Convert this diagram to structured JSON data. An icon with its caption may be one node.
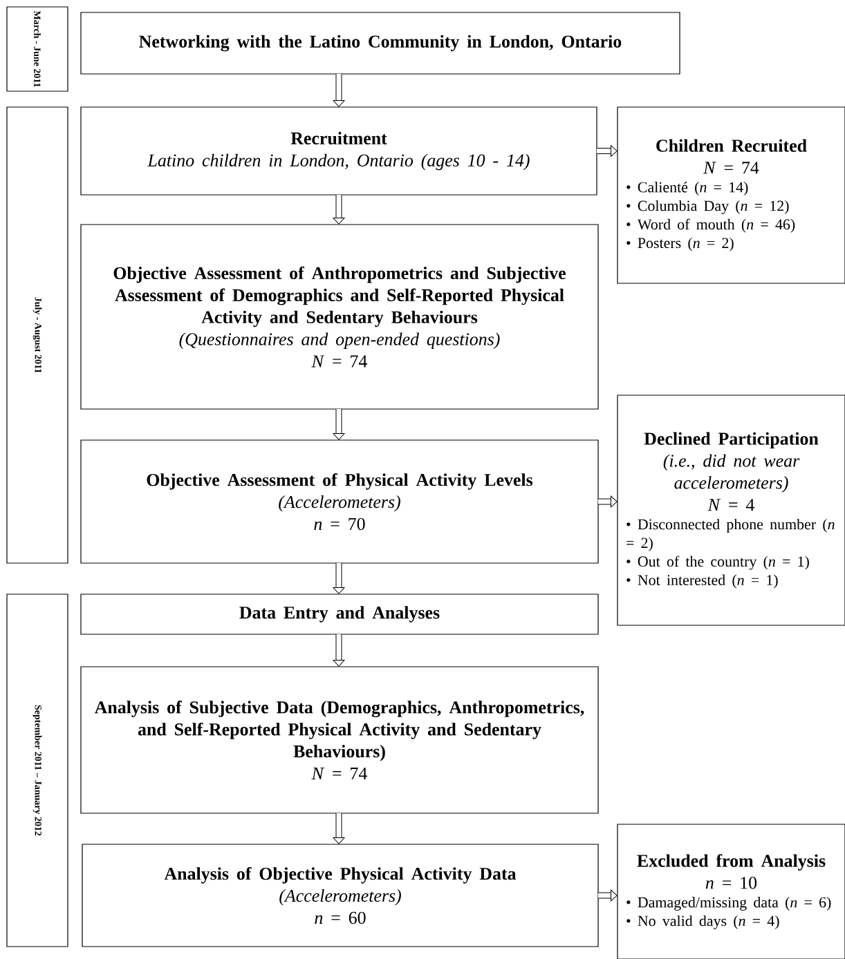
{
  "diagram": {
    "nodes": [
      {
        "text": [
          "March - June 2011"
        ]
      },
      {
        "text": [
          "Networking with the Latino Community in London, Ontario"
        ]
      },
      {
        "text": [
          "July - August 2011"
        ]
      },
      {
        "text": [
          "Recruitment",
          "Latino children in London, Ontario (ages 10 - 14)"
        ]
      },
      {
        "text": [
          "Children Recruited",
          "*N* = 74",
          "• Calienté (*n* = 14)",
          "• Columbia Day (*n* = 12)",
          "• Word of mouth (*n* = 46)",
          "• Posters (*n* = 2)"
        ]
      },
      {
        "text": [
          "Objective Assessment of Anthropometrics and Subjective Assessment of Demographics and Self-Reported Physical Activity and Sedentary Behaviours",
          "(Questionnaires and open-ended questions)",
          "*N* = 74"
        ]
      },
      {
        "text": [
          "Objective Assessment of Physical Activity Levels",
          "(Accelerometers)",
          "*n* = 70"
        ]
      },
      {
        "text": [
          "Declined Participation",
          "(i.e., did not wear accelerometers)",
          "*N* = 4",
          "• Disconnected phone number (*n* = 2)",
          "• Out of the country (*n* = 1)",
          "• Not interested (*n* = 1)"
        ]
      },
      {
        "text": [
          "September 2011 – January 2012"
        ]
      },
      {
        "text": [
          "Data Entry and Analyses"
        ]
      },
      {
        "text": [
          "Analysis of Subjective Data (Demographics, Anthropometrics, and Self-Reported Physical Activity and Sedentary Behaviours)",
          "*N* = 74"
        ]
      },
      {
        "text": [
          "Analysis of Objective Physical Activity Data",
          "(Accelerometers)",
          "*n* = 60"
        ]
      },
      {
        "text": [
          "Excluded from Analysis",
          "*n* = 10",
          "• Damaged/missing data (*n* = 6)",
          "• No valid days (*n* = 4)"
        ]
      }
    ],
    "edges": [
      {
        "from": 1,
        "to": 3,
        "arrow": "to"
      },
      {
        "from": 3,
        "to": 4,
        "arrow": "to"
      },
      {
        "from": 3,
        "to": 5,
        "arrow": "to"
      },
      {
        "from": 5,
        "to": 6,
        "arrow": "to"
      },
      {
        "from": 6,
        "to": 7,
        "arrow": "to"
      },
      {
        "from": 6,
        "to": 9,
        "arrow": "to"
      },
      {
        "from": 9,
        "to": 10,
        "arrow": "to"
      },
      {
        "from": 10,
        "to": 11,
        "arrow": "to"
      },
      {
        "from": 11,
        "to": 12,
        "arrow": "to"
      }
    ]
  }
}
